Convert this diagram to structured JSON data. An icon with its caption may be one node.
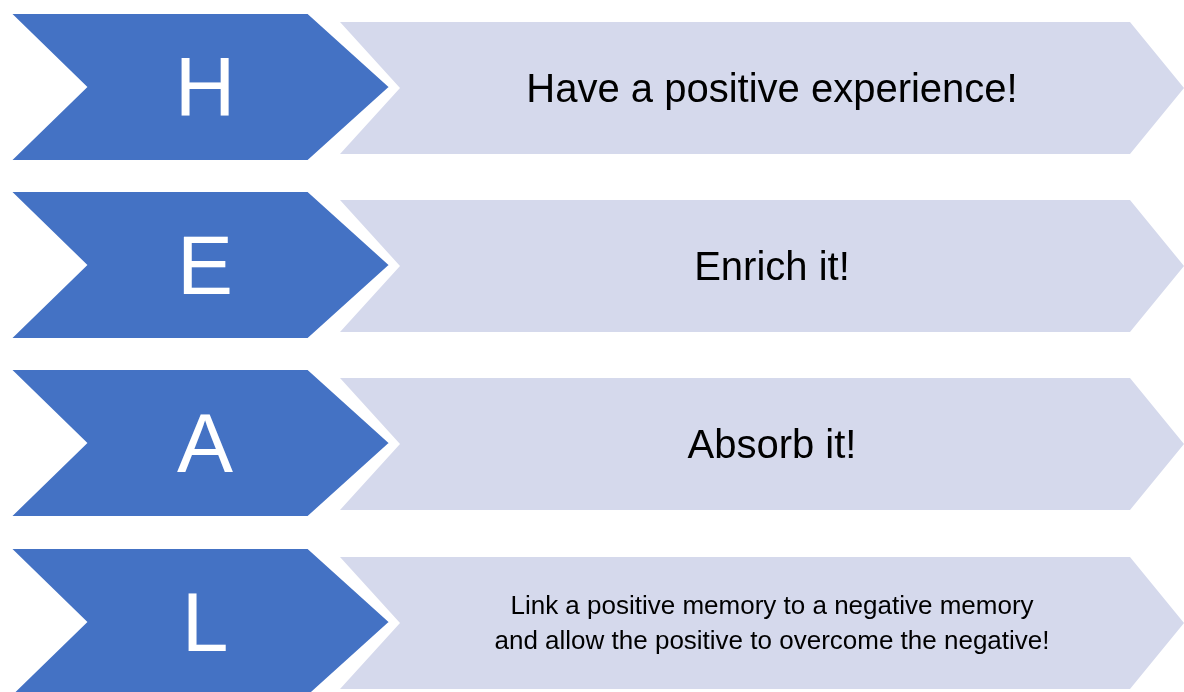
{
  "diagram": {
    "nodes": [
      {
        "text": [
          "H"
        ]
      },
      {
        "text": [
          "Have a positive experience!"
        ]
      },
      {
        "text": [
          "E"
        ]
      },
      {
        "text": [
          "Enrich it!"
        ]
      },
      {
        "text": [
          "A"
        ]
      },
      {
        "text": [
          "Absorb it!"
        ]
      },
      {
        "text": [
          "L"
        ]
      },
      {
        "text": [
          "Link a positive memory to a negative memory and allow the positive to overcome the negative!"
        ]
      }
    ]
  }
}
